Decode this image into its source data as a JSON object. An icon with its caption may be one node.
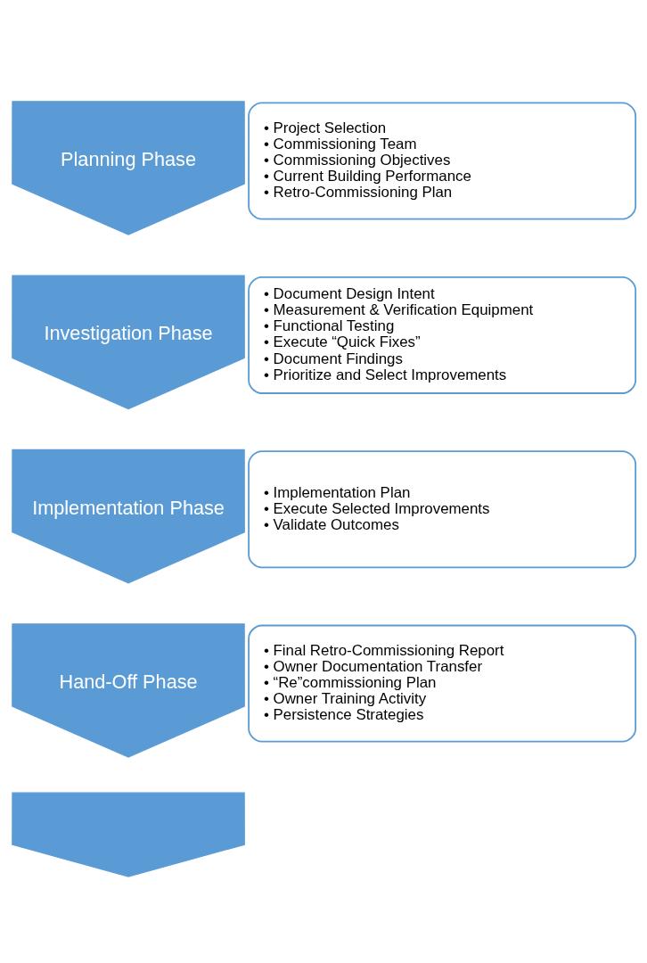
{
  "diagram": {
    "nodes": [
      {
        "text": [
          "Planning Phase"
        ]
      },
      {
        "text": [
          "• Project Selection",
          "• Commissioning Team",
          "• Commissioning Objectives",
          "• Current Building Performance",
          "• Retro-Commissioning Plan"
        ]
      },
      {
        "text": [
          "Investigation Phase"
        ]
      },
      {
        "text": [
          "• Document Design Intent",
          "• Measurement & Verification Equipment",
          "• Functional Testing",
          "• Execute “Quick Fixes”",
          "• Document Findings",
          "• Prioritize and Select Improvements"
        ]
      },
      {
        "text": [
          "Implementation Phase"
        ]
      },
      {
        "text": [
          "• Implementation Plan",
          "• Execute Selected Improvements",
          "• Validate Outcomes"
        ]
      },
      {
        "text": [
          "Hand-Off Phase"
        ]
      },
      {
        "text": [
          "• Final Retro-Commissioning Report",
          "• Owner Documentation Transfer",
          "• “Re”commissioning Plan",
          "• Owner Training Activity",
          "• Persistence Strategies"
        ]
      },
      {
        "text": [],
        "shape": "chevron"
      }
    ],
    "edges": []
  }
}
